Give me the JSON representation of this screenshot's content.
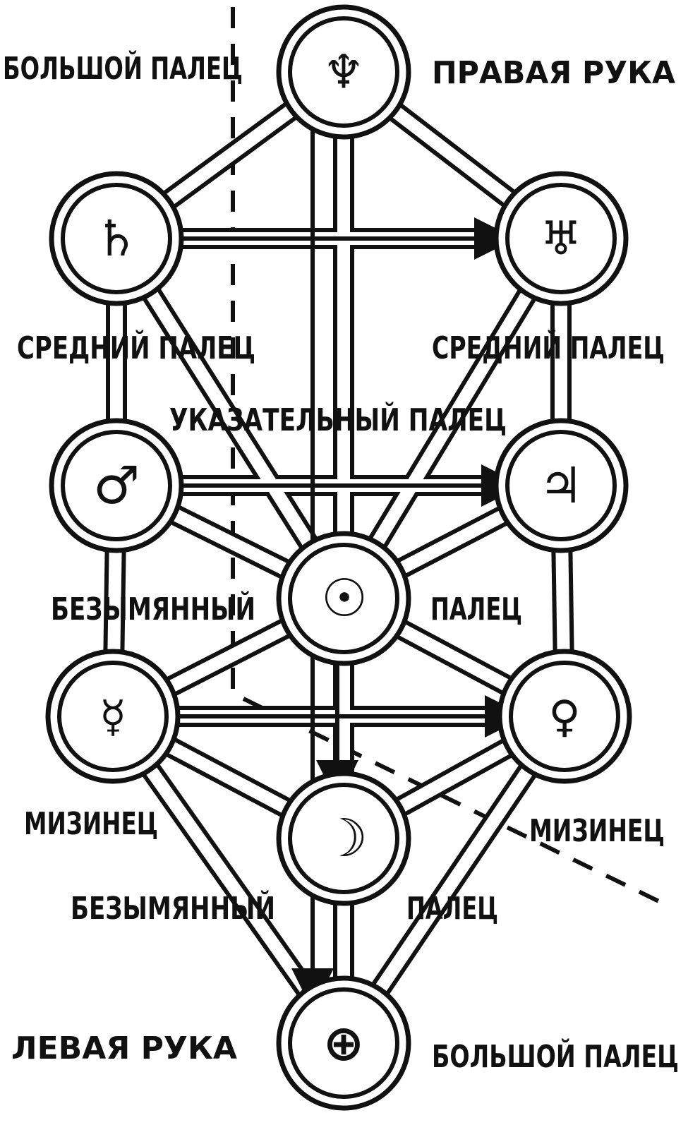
{
  "labels": {
    "thumb_top": "БОЛЬШОЙ ПАЛЕЦ",
    "right_hand": "ПРАВАЯ РУКА",
    "middle_left": "СРЕДНИЙ ПАЛЕЦ",
    "middle_right": "СРЕДНИЙ ПАЛЕЦ",
    "index": "УКАЗАТЕЛЬНЫЙ ПАЛЕЦ",
    "ring_left": "БЕЗЫМЯННЫЙ",
    "ring_right": "ПАЛЕЦ",
    "pinky_left": "МИЗИНЕЦ",
    "pinky_right": "МИЗИНЕЦ",
    "ring_bottom_left": "БЕЗЫМЯННЫЙ",
    "ring_bottom_right": "ПАЛЕЦ",
    "left_hand": "ЛЕВАЯ РУКА",
    "thumb_bottom": "БОЛЬШОЙ ПАЛЕЦ"
  },
  "nodes": {
    "neptune": "♆",
    "saturn": "♄",
    "uranus": "♅",
    "mars": "♂",
    "jupiter": "♃",
    "sun": "☉",
    "mercury": "☿",
    "venus": "♀",
    "moon": "☽",
    "earth": "⊕"
  },
  "colors": {
    "ink": "#111111",
    "paper": "#ffffff"
  }
}
